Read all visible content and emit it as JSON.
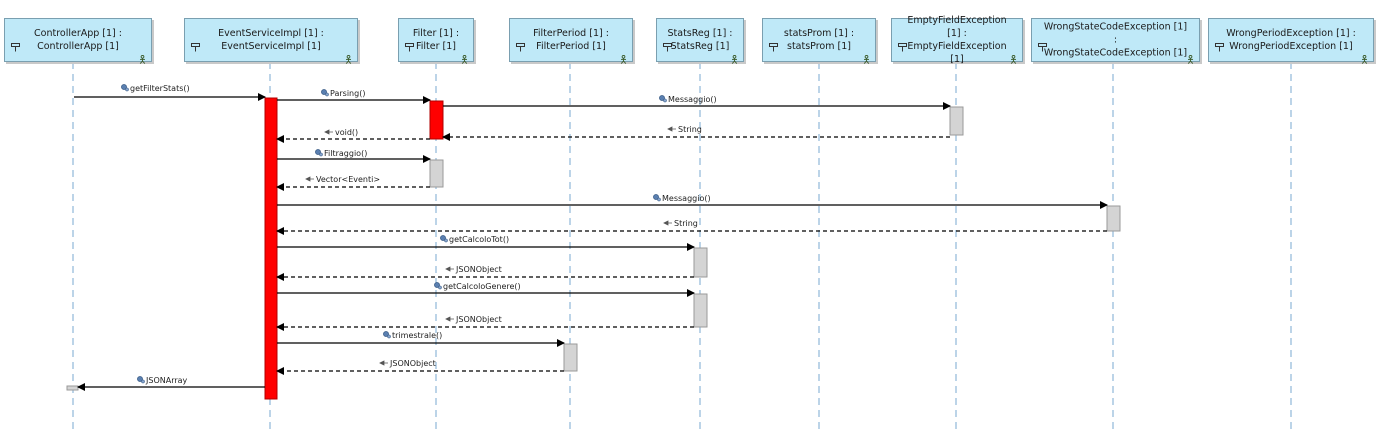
{
  "lifelines": [
    {
      "id": "controllerapp",
      "label": "ControllerApp [1] :\nControllerApp [1]"
    },
    {
      "id": "eventserviceimpl",
      "label": "EventServiceImpl [1] :\nEventServiceImpl [1]"
    },
    {
      "id": "filter",
      "label": "Filter [1] :\nFilter [1]"
    },
    {
      "id": "filterperiod",
      "label": "FilterPeriod [1] :\nFilterPeriod [1]"
    },
    {
      "id": "statsreg",
      "label": "StatsReg [1] :\nStatsReg [1]"
    },
    {
      "id": "statsprom",
      "label": "statsProm [1] :\nstatsProm [1]"
    },
    {
      "id": "emptyfieldexception",
      "label": "EmptyFieldException [1] :\nEmptyFieldException [1]"
    },
    {
      "id": "wrongstatecodeexception",
      "label": "WrongStateCodeException [1] :\nWrongStateCodeException [1]"
    },
    {
      "id": "wrongperiodexception",
      "label": "WrongPeriodException [1] :\nWrongPeriodException [1]"
    }
  ],
  "messages": [
    {
      "label": "getFilterStats()",
      "kind": "call"
    },
    {
      "label": "Parsing()",
      "kind": "call"
    },
    {
      "label": "Messaggio()",
      "kind": "call"
    },
    {
      "label": "String",
      "kind": "return"
    },
    {
      "label": "void()",
      "kind": "return"
    },
    {
      "label": "Filtraggio()",
      "kind": "call"
    },
    {
      "label": "Vector<Eventi>",
      "kind": "return"
    },
    {
      "label": "Messaggio()",
      "kind": "call"
    },
    {
      "label": "String",
      "kind": "return"
    },
    {
      "label": "getCalcoloTot()",
      "kind": "call"
    },
    {
      "label": "JSONObject",
      "kind": "return"
    },
    {
      "label": "getCalcoloGenere()",
      "kind": "call"
    },
    {
      "label": "JSONObject",
      "kind": "return"
    },
    {
      "label": "trimestrale()",
      "kind": "call"
    },
    {
      "label": "JSONObject",
      "kind": "return"
    },
    {
      "label": "JSONArray",
      "kind": "return"
    }
  ],
  "colors": {
    "lifeline_header": "#bfe9f8",
    "lifeline_border": "#7a9fb0",
    "lifeline_dash": "#8fb8d8",
    "active_bar": "#ff0000",
    "passive_bar": "#d4d4d4",
    "arrow": "#000000"
  }
}
